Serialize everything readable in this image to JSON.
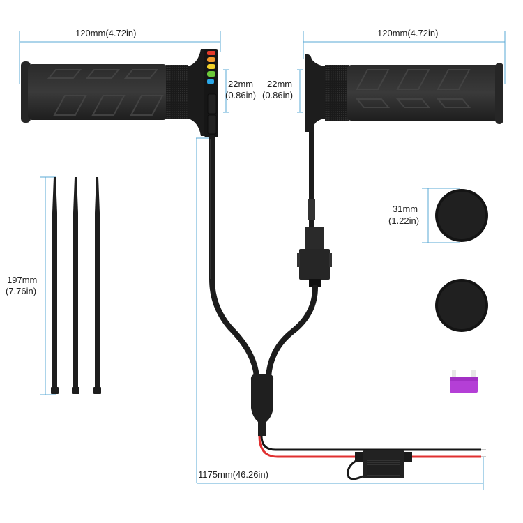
{
  "colors": {
    "dimension_line": "#5aa9d6",
    "product_black": "#1c1c1c",
    "wire_red": "#e03030",
    "fuse_purple": "#b43fd6",
    "led": [
      "#e53a2a",
      "#f29a2e",
      "#f2d22a",
      "#6cc93a",
      "#2aa7e8"
    ]
  },
  "dimensions": {
    "left_grip_length": "120mm(4.72in)",
    "right_grip_length": "120mm(4.72in)",
    "left_grip_diameter": {
      "mm": "22mm",
      "in": "(0.86in)"
    },
    "right_grip_diameter": {
      "mm": "22mm",
      "in": "(0.86in)"
    },
    "cable_tie_length": {
      "mm": "197mm",
      "in": "(7.76in)"
    },
    "end_cap_diameter": {
      "mm": "31mm",
      "in": "(1.22in)"
    },
    "cable_length": "1175mm(46.26in)"
  },
  "items": {
    "left_grip": "heated-grip-with-controller",
    "right_grip": "heated-grip",
    "cable_ties_count": 3,
    "end_caps_count": 2,
    "spare_fuse_count": 1,
    "led_indicator_count": 5,
    "controller_buttons_count": 2
  }
}
